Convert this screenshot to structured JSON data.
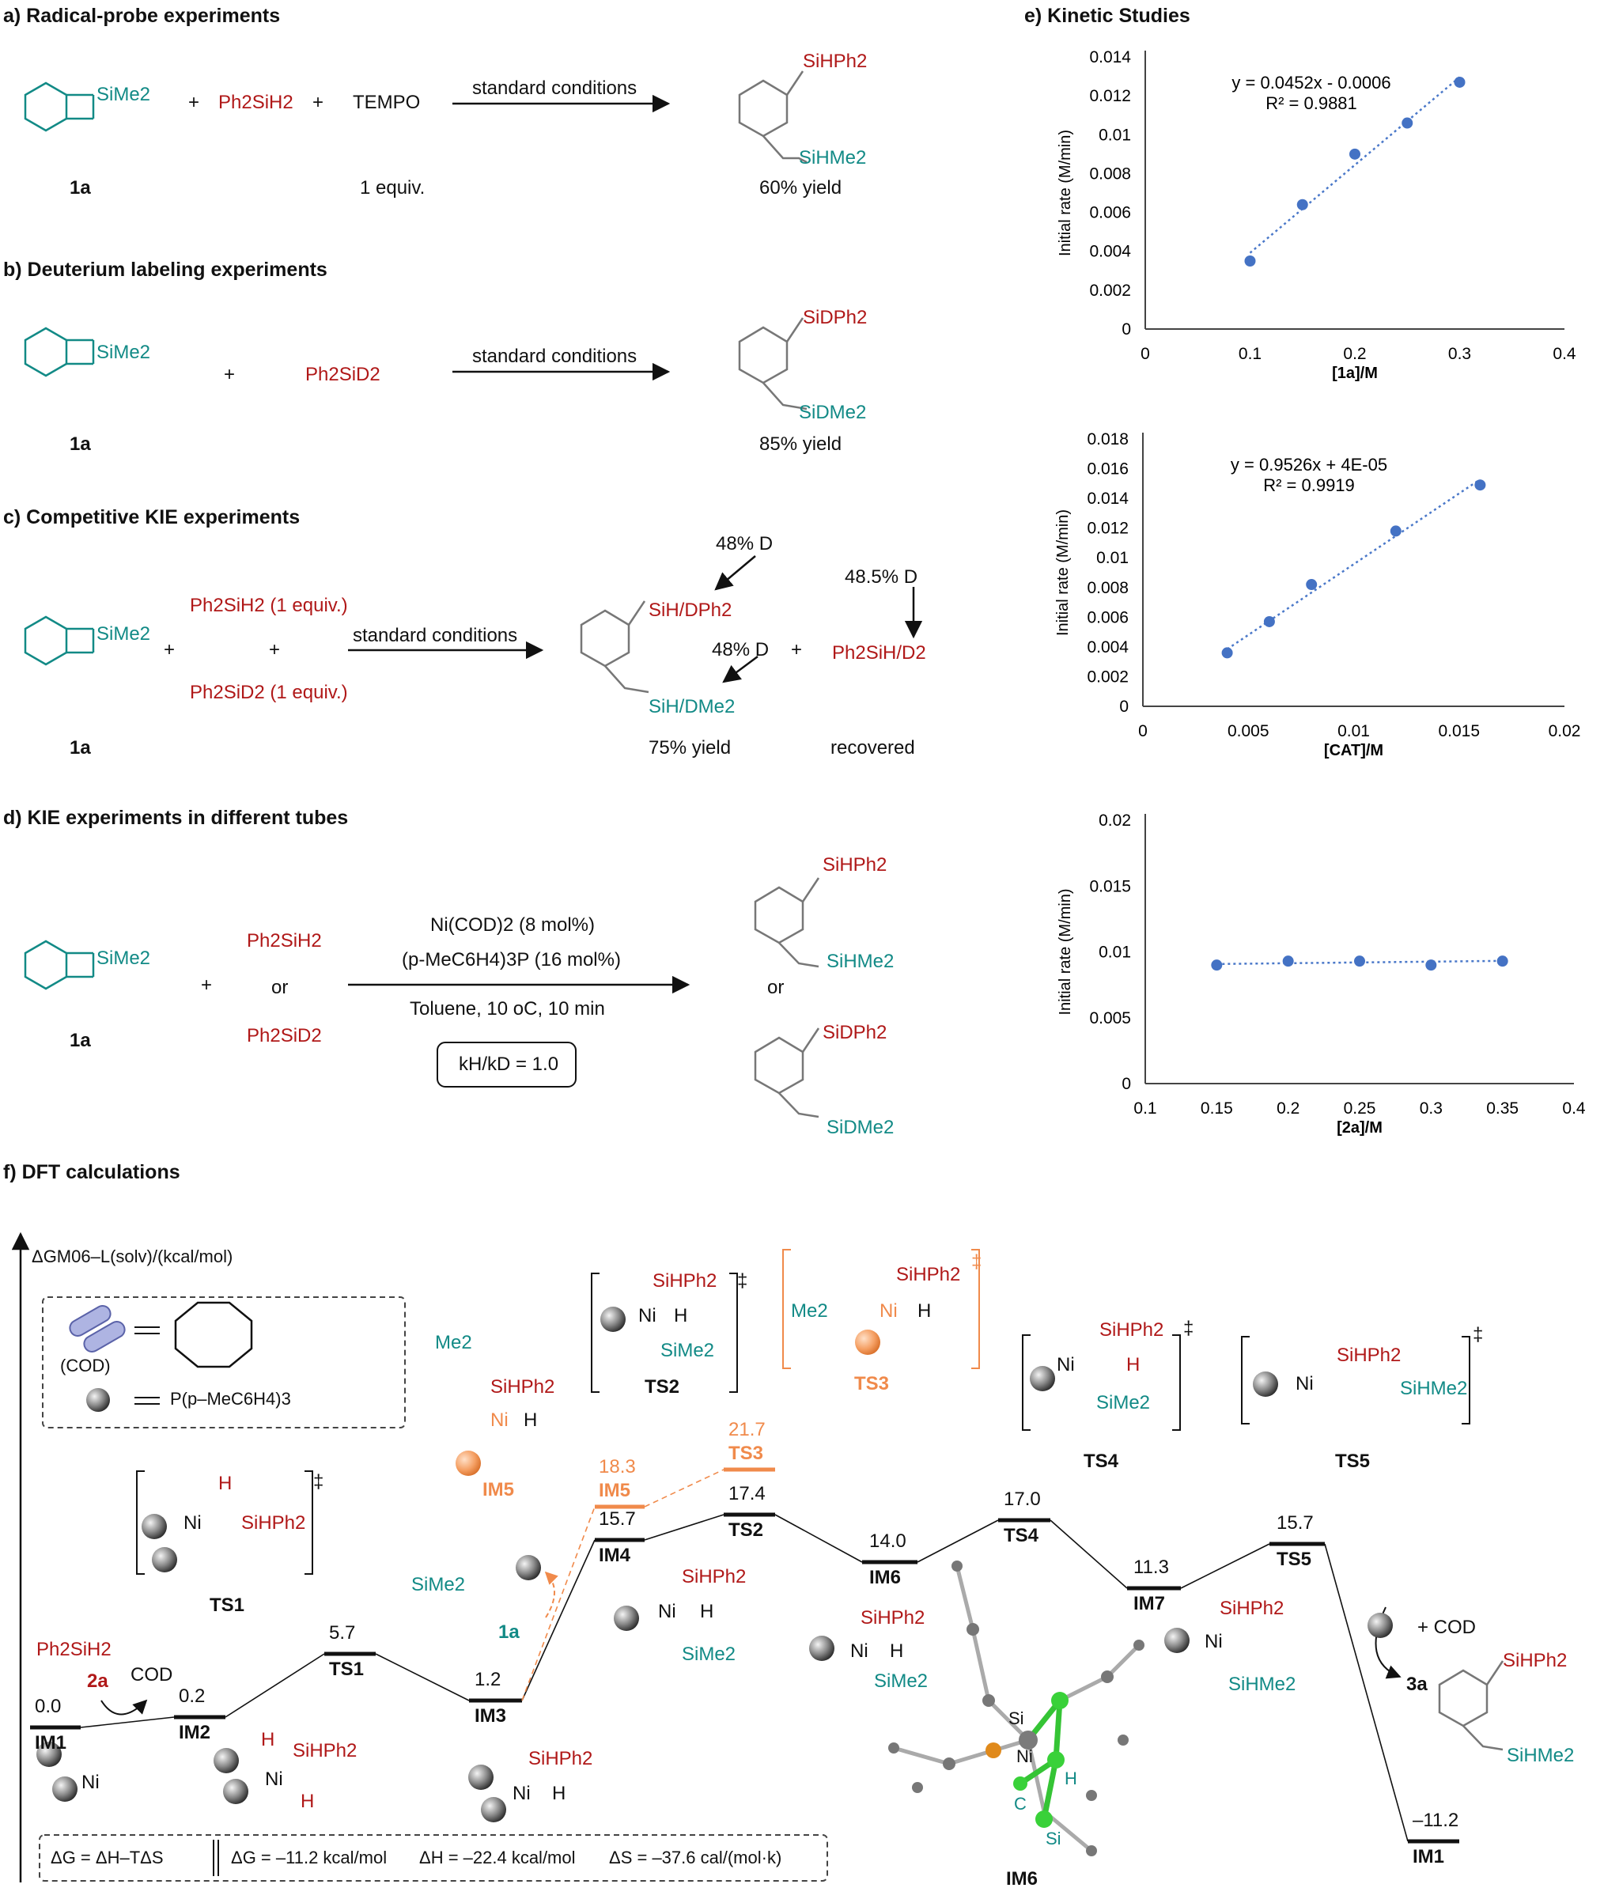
{
  "sections": {
    "a": "a) Radical-probe experiments",
    "b": "b) Deuterium labeling experiments",
    "c": "c) Competitive KIE experiments",
    "d": "d) KIE experiments in different tubes",
    "e": "e) Kinetic Studies",
    "f": "f) DFT calculations"
  },
  "labels": {
    "sime2": "SiMe2",
    "plus": "+",
    "ph2sih2": "Ph2SiH2",
    "tempo": "TEMPO",
    "one_equiv": "1 equiv.",
    "std": "standard conditions",
    "sihph2": "SiHPh2",
    "sihme2": "SiHMe2",
    "yield60": "60% yield",
    "ph2sid2": "Ph2SiD2",
    "sidph2": "SiDPh2",
    "sidme2": "SiDMe2",
    "yield85": "85% yield",
    "ph2sih2_1eq": "Ph2SiH2 (1 equiv.)",
    "ph2sid2_1eq": "Ph2SiD2 (1 equiv.)",
    "d48": "48% D",
    "d485": "48.5% D",
    "sihdph2": "SiH/DPh2",
    "sihdme2": "SiH/DMe2",
    "ph2sihd2": "Ph2SiH/D2",
    "yield75": "75% yield",
    "recovered": "recovered",
    "or": "or",
    "cond1": "Ni(COD)2 (8 mol%)",
    "cond2": "(p-MeC6H4)3P (16 mol%)",
    "cond3": "Toluene, 10 oC, 10 min",
    "kie": "kH/kD = 1.0",
    "cmp1a": "1a"
  },
  "chart_data": [
    {
      "type": "scatter",
      "xlabel": "[1a]/M",
      "ylabel": "Initial rate (M/min)",
      "xlim": [
        0,
        0.4
      ],
      "ylim": [
        0,
        0.014
      ],
      "xticks": [
        "0",
        "0.1",
        "0.2",
        "0.3",
        "0.4"
      ],
      "yticks": [
        "0",
        "0.002",
        "0.004",
        "0.006",
        "0.008",
        "0.01",
        "0.012",
        "0.014"
      ],
      "x": [
        0.1,
        0.15,
        0.2,
        0.25,
        0.3
      ],
      "y": [
        0.0035,
        0.0064,
        0.009,
        0.0106,
        0.0127
      ],
      "trendline": {
        "slope": 0.0452,
        "intercept": -0.0006
      },
      "equation": "y = 0.0452x - 0.0006",
      "r2": "R² = 0.9881"
    },
    {
      "type": "scatter",
      "xlabel": "[CAT]/M",
      "ylabel": "Initial rate (M/min)",
      "xlim": [
        0,
        0.02
      ],
      "ylim": [
        0,
        0.018
      ],
      "xticks": [
        "0",
        "0.005",
        "0.01",
        "0.015",
        "0.02"
      ],
      "yticks": [
        "0",
        "0.002",
        "0.004",
        "0.006",
        "0.008",
        "0.01",
        "0.012",
        "0.014",
        "0.016",
        "0.018"
      ],
      "x": [
        0.004,
        0.006,
        0.008,
        0.012,
        0.016
      ],
      "y": [
        0.0036,
        0.0057,
        0.0082,
        0.0118,
        0.0149
      ],
      "trendline": {
        "slope": 0.9526,
        "intercept": 4e-05
      },
      "equation": "y = 0.9526x + 4E-05",
      "r2": "R² = 0.9919"
    },
    {
      "type": "scatter",
      "xlabel": "[2a]/M",
      "ylabel": "Initial rate (M/min)",
      "xlim": [
        0.1,
        0.4
      ],
      "ylim": [
        0,
        0.02
      ],
      "xticks": [
        "0.1",
        "0.15",
        "0.2",
        "0.25",
        "0.3",
        "0.35",
        "0.4"
      ],
      "yticks": [
        "0",
        "0.005",
        "0.01",
        "0.015",
        "0.02"
      ],
      "x": [
        0.15,
        0.2,
        0.25,
        0.3,
        0.35
      ],
      "y": [
        0.009,
        0.0093,
        0.0093,
        0.009,
        0.0093
      ],
      "trendline": {
        "slope": 0.0012,
        "intercept": 0.0089
      },
      "equation": "",
      "r2": ""
    }
  ],
  "dft": {
    "axis_label": "ΔGM06–L(solv)/(kcal/mol)",
    "legend_cod": "(COD)",
    "legend_p": "P(p–MeC6H4)3",
    "levels": [
      {
        "name": "IM1",
        "value": "0.0"
      },
      {
        "name": "IM2",
        "value": "0.2"
      },
      {
        "name": "TS1",
        "value": "5.7"
      },
      {
        "name": "IM3",
        "value": "1.2"
      },
      {
        "name": "IM4",
        "value": "15.7"
      },
      {
        "name": "TS2",
        "value": "17.4"
      },
      {
        "name": "IM6",
        "value": "14.0"
      },
      {
        "name": "TS4",
        "value": "17.0"
      },
      {
        "name": "IM7",
        "value": "11.3"
      },
      {
        "name": "TS5",
        "value": "15.7"
      },
      {
        "name": "IM1",
        "value": "–11.2"
      }
    ],
    "orange_levels": [
      {
        "name": "IM5",
        "value": "18.3"
      },
      {
        "name": "TS3",
        "value": "21.7"
      }
    ],
    "struct_labels": {
      "ts1": "TS1",
      "ts2": "TS2",
      "ts3": "TS3",
      "ts4": "TS4",
      "ts5": "TS5",
      "im5": "IM5",
      "im6": "IM6"
    },
    "reagents": {
      "ph2sih2": "Ph2SiH2",
      "c2a": "2a",
      "cod": "COD",
      "plus_cod": "+ COD",
      "c3a": "3a"
    },
    "thermo": {
      "eq": "ΔG = ΔH–TΔS",
      "dg": "ΔG = –11.2 kcal/mol",
      "dh": "ΔH = –22.4 kcal/mol",
      "ds": "ΔS = –37.6 cal/(mol·k)"
    },
    "atoms": {
      "si": "Si",
      "ni": "Ni",
      "h": "H",
      "c": "C",
      "me2": "Me2",
      "dagger": "‡"
    }
  }
}
